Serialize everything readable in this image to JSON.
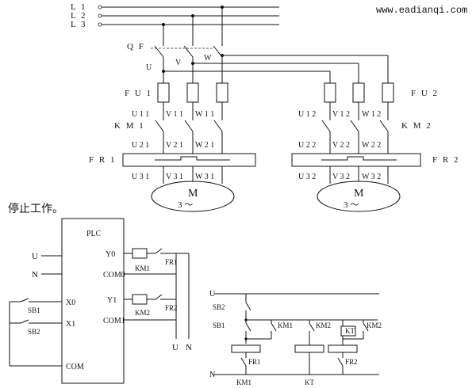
{
  "header": {
    "url": "www.eadianqi.com"
  },
  "note": "停止工作。",
  "power": {
    "lines": [
      "L 1",
      "L 2",
      "L 3"
    ],
    "breaker": "Q F",
    "phases": [
      "U",
      "V",
      "W"
    ]
  },
  "motor1": {
    "fuse": "F U 1",
    "fuse_out": [
      "U 1 1",
      "V 1 1",
      "W 1 1"
    ],
    "contactor": "K M 1",
    "contactor_out": [
      "U 2 1",
      "V 2 1",
      "W 2 1"
    ],
    "relay": "F R 1",
    "relay_out": [
      "U 3 1",
      "V 3 1",
      "W 3 1"
    ],
    "motor_label": "M",
    "motor_sub": "3 ～"
  },
  "motor2": {
    "fuse": "F U 2",
    "fuse_out": [
      "U 1 2",
      "V 1 2",
      "W 1 2"
    ],
    "contactor": "K M 2",
    "contactor_out": [
      "U 2 2",
      "V 2 2",
      "W 2 2"
    ],
    "relay": "F R 2",
    "relay_out": [
      "U 3 2",
      "V 3 2",
      "W 3 2"
    ],
    "motor_label": "M",
    "motor_sub": "3 ～"
  },
  "plc": {
    "title": "PLC",
    "supply": [
      "U",
      "N"
    ],
    "outputs": [
      "Y0",
      "COM0",
      "Y1",
      "COM1"
    ],
    "inputs": [
      "X0",
      "X1",
      "COM"
    ],
    "input_devices": [
      "SB1",
      "SB2"
    ],
    "coils": [
      "KM1",
      "KM2"
    ],
    "relays": [
      "FR1",
      "FR2"
    ],
    "bottom": [
      "U",
      "N"
    ]
  },
  "ladder": {
    "top": "U",
    "bottom": "N",
    "buttons": [
      "SB2",
      "SB1"
    ],
    "contacts": [
      "KM1",
      "KM2",
      "KM2"
    ],
    "timer_contact": "KT",
    "coils": [
      "KM1",
      "KT",
      ""
    ],
    "relays": [
      "FR1",
      "FR2"
    ]
  }
}
